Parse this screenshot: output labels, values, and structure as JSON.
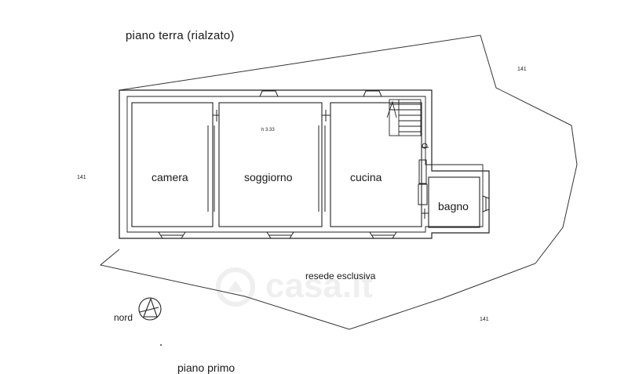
{
  "floor_title": "piano terra (rialzato)",
  "rooms": {
    "camera": "camera",
    "soggiorno": "soggiorno",
    "cucina": "cucina",
    "bagno": "bagno"
  },
  "height_note": "h 3.33",
  "parcel_labels": [
    "141",
    "141",
    "141"
  ],
  "yard_label": "resede esclusiva",
  "north_label": "nord",
  "next_floor_label": "piano primo",
  "watermark": "casa.it"
}
